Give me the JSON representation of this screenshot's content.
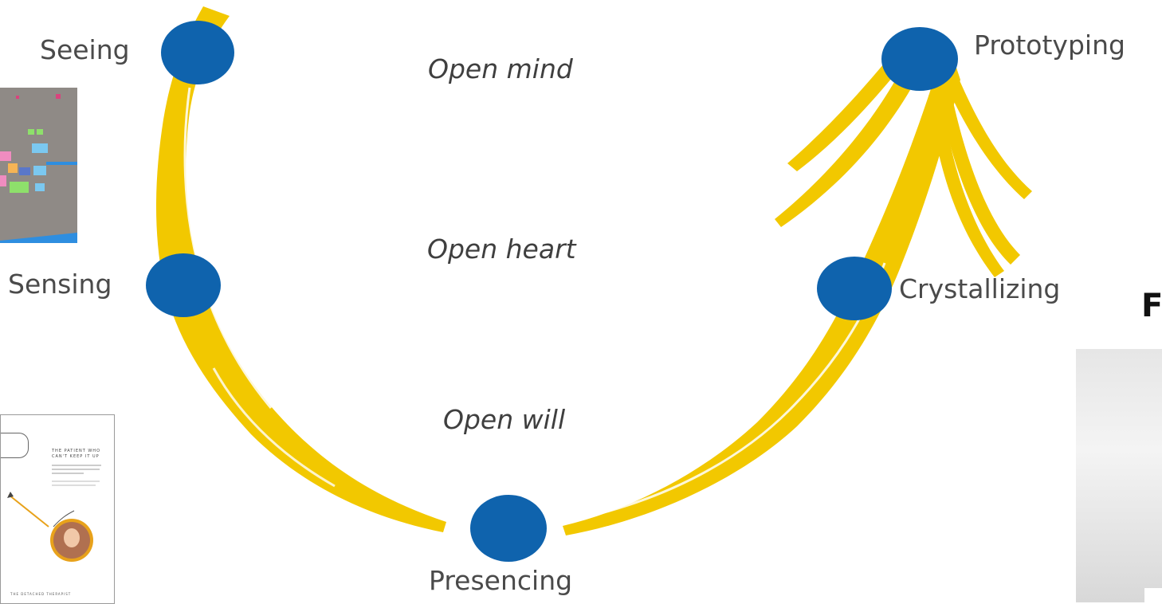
{
  "nodes": {
    "seeing": "Seeing",
    "sensing": "Sensing",
    "presencing": "Presencing",
    "crystallizing": "Crystallizing",
    "prototyping": "Prototyping"
  },
  "openings": {
    "mind": "Open mind",
    "heart": "Open heart",
    "will": "Open will"
  },
  "edge_text": {
    "partial_letter": "F"
  },
  "thumb_doc": {
    "heading_1": "THE PATIENT WHO",
    "heading_2": "CAN'T KEEP IT UP",
    "footer": "THE DETACHED THERAPIST"
  },
  "colors": {
    "ribbon": "#F2C800",
    "node": "#0F63AD",
    "board": "#8F8A86"
  }
}
